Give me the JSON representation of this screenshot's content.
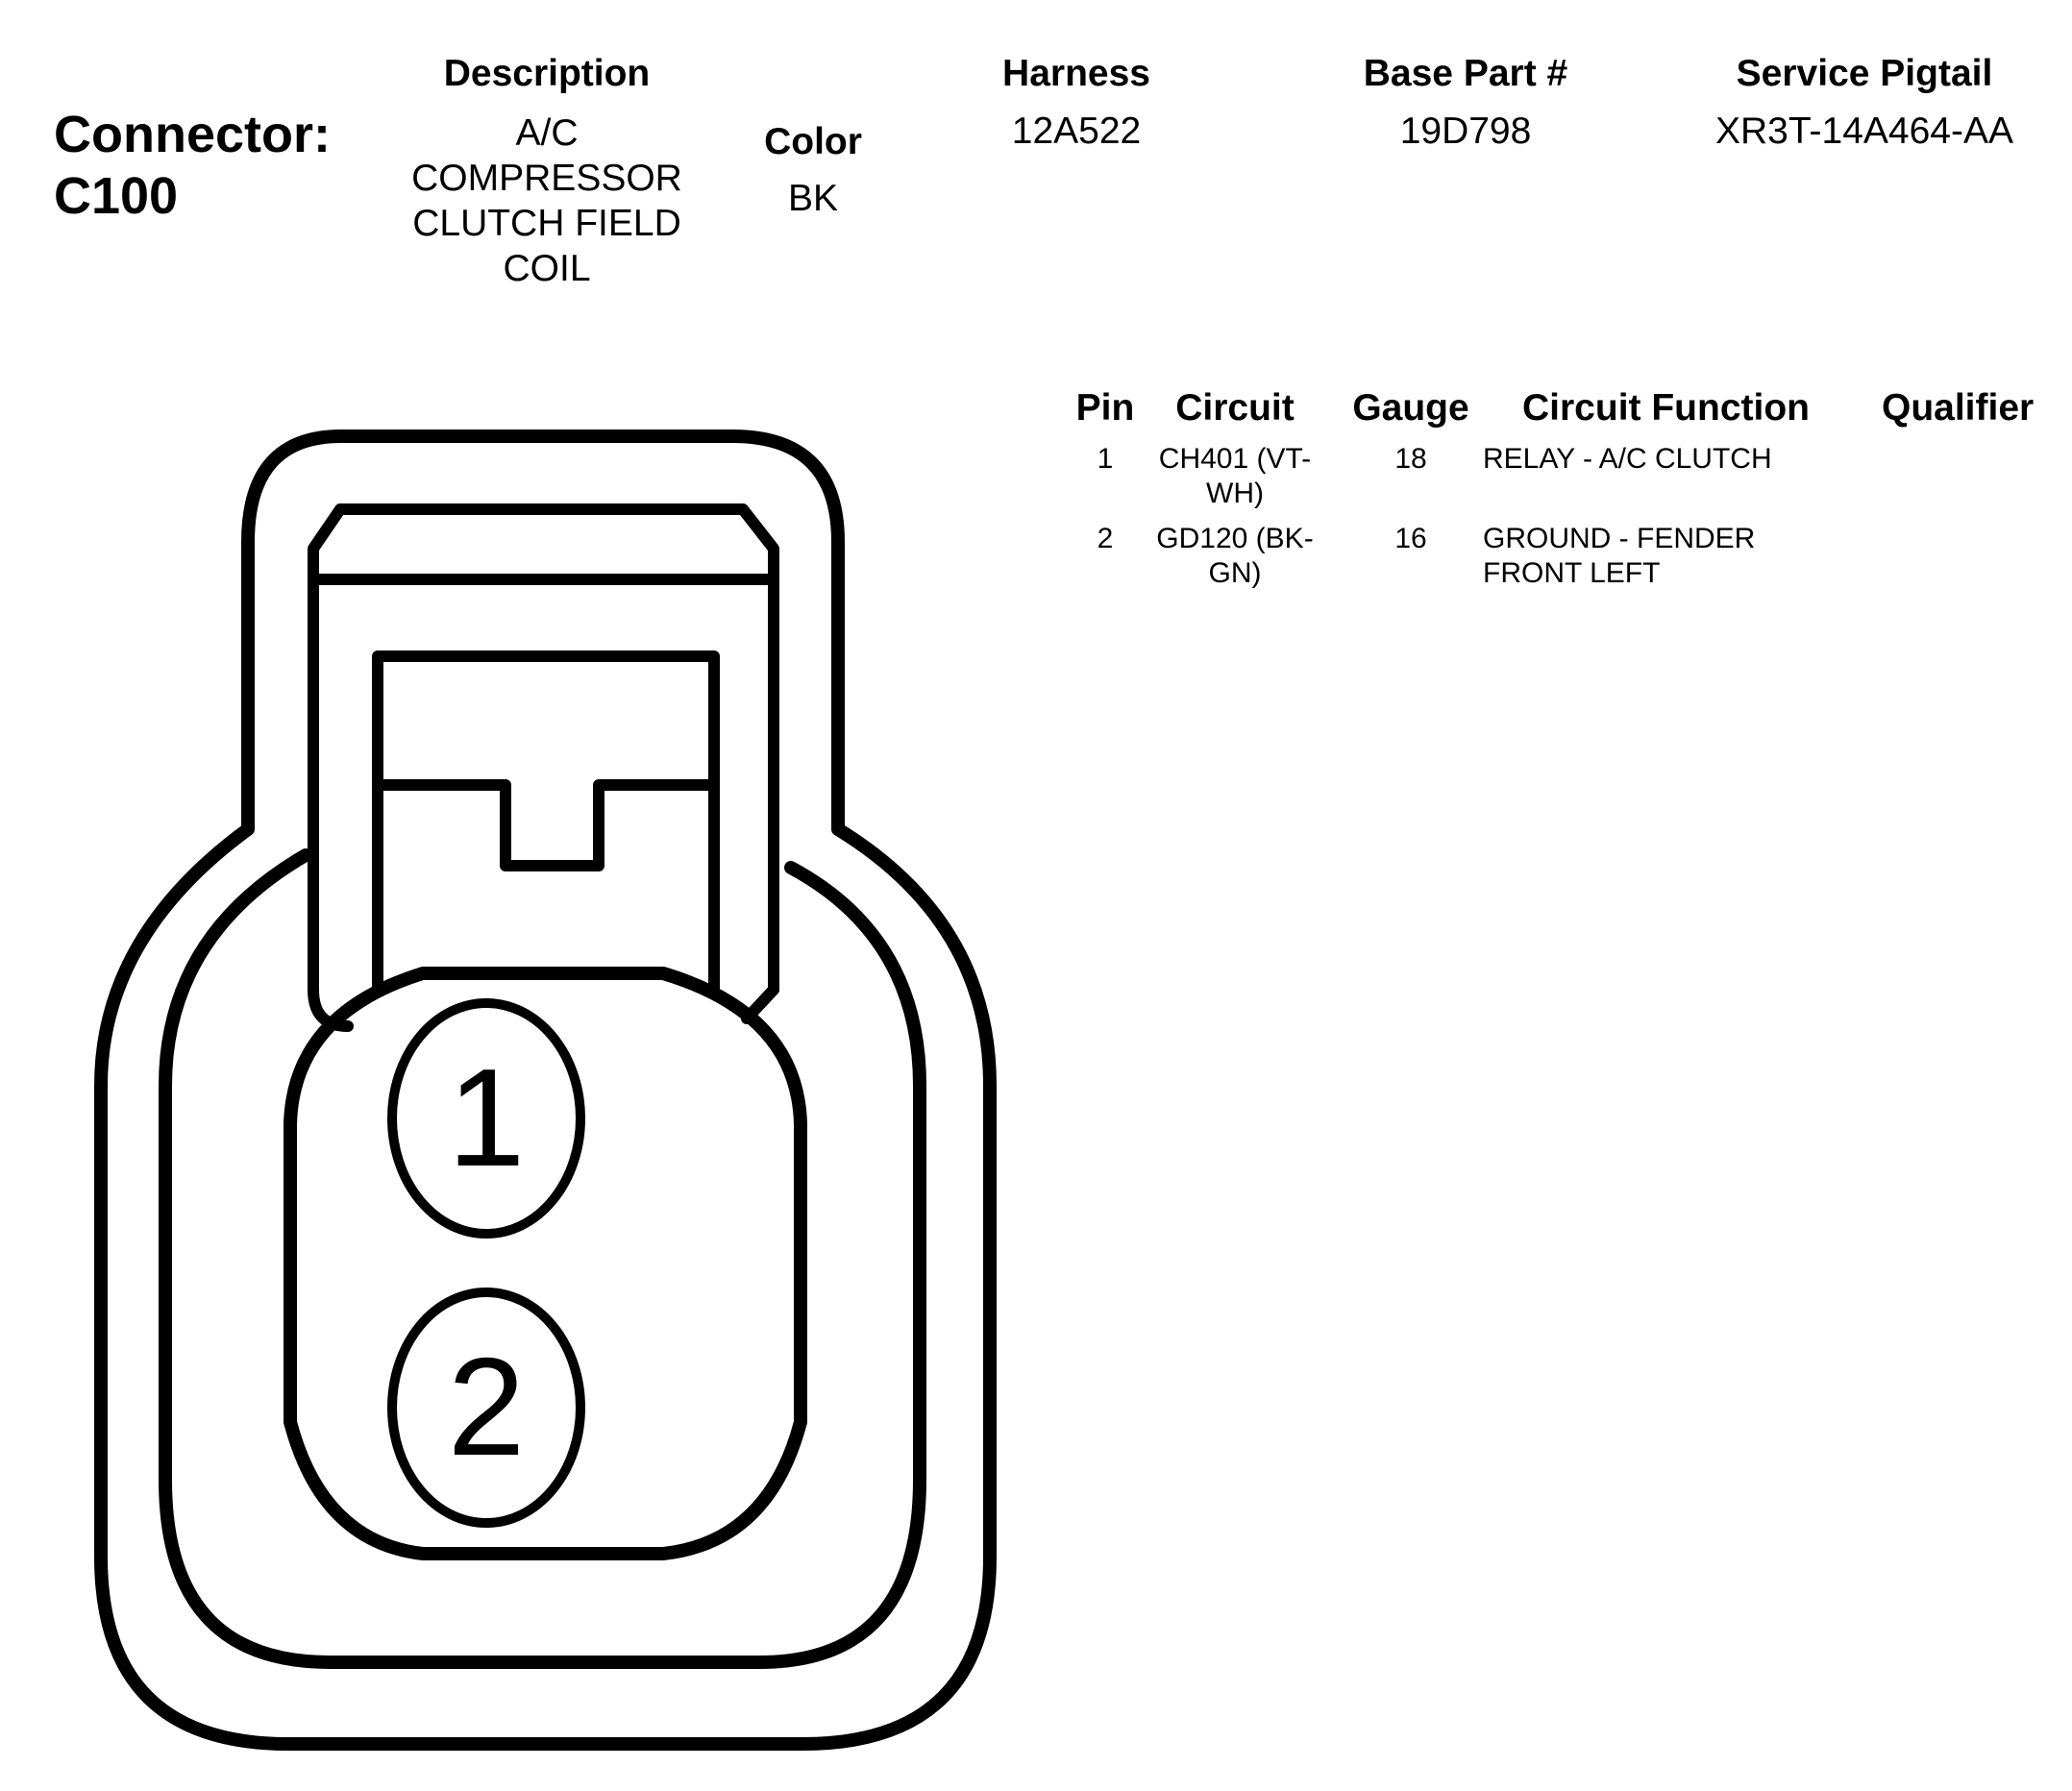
{
  "connector": {
    "label": "Connector:",
    "id": "C100"
  },
  "header": {
    "description_label": "Description",
    "description_lines": [
      "A/C",
      "COMPRESSOR",
      "CLUTCH FIELD",
      "COIL"
    ],
    "color_label": "Color",
    "color_value": "BK",
    "harness_label": "Harness",
    "harness_value": "12A522",
    "base_part_label": "Base Part #",
    "base_part_value": "19D798",
    "pigtail_label": "Service Pigtail",
    "pigtail_value": "XR3T-14A464-AA"
  },
  "pin_table": {
    "columns": [
      "Pin",
      "Circuit",
      "Gauge",
      "Circuit Function",
      "Qualifier"
    ],
    "rows": [
      {
        "pin": "1",
        "circuit_lines": [
          "CH401 (VT-",
          "WH)"
        ],
        "gauge": "18",
        "function_lines": [
          "RELAY - A/C CLUTCH"
        ],
        "qualifier": ""
      },
      {
        "pin": "2",
        "circuit_lines": [
          "GD120 (BK-",
          "GN)"
        ],
        "gauge": "16",
        "function_lines": [
          "GROUND - FENDER",
          "FRONT LEFT"
        ],
        "qualifier": ""
      }
    ]
  },
  "diagram": {
    "pins": [
      "1",
      "2"
    ]
  }
}
